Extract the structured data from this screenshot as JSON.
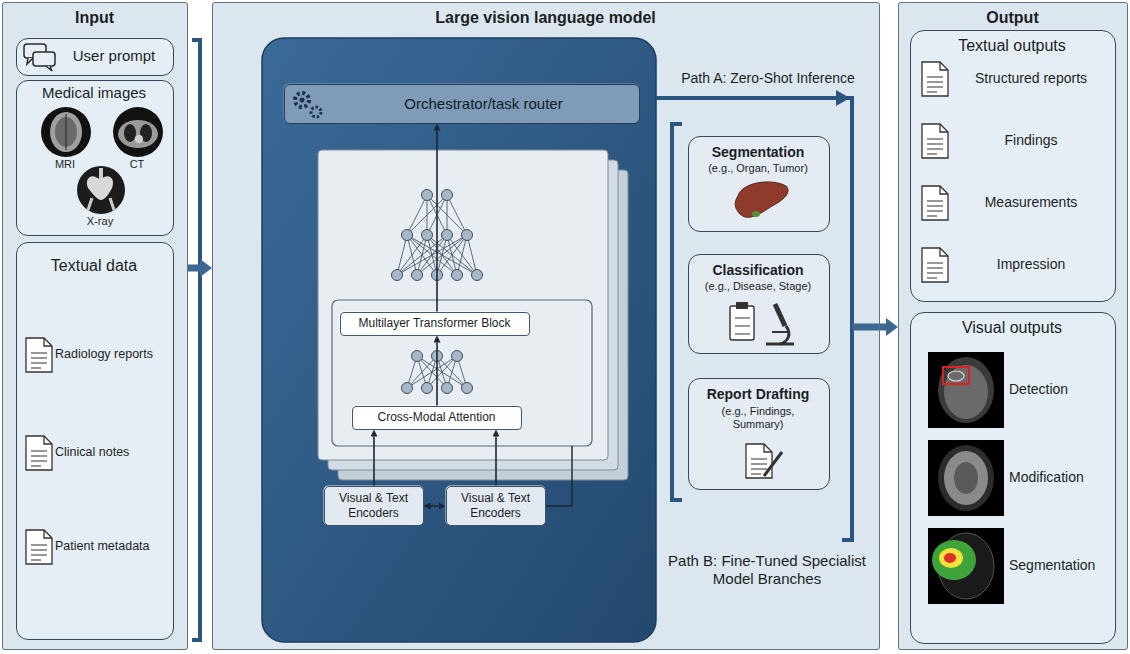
{
  "diagram": {
    "nodes": [
      {
        "text": [
          "Input"
        ]
      },
      {
        "text": [
          "User prompt"
        ],
        "in": 0
      },
      {
        "text": [
          "Medical images",
          "MRI",
          "CT",
          "X-ray"
        ],
        "in": 0
      },
      {
        "text": [
          "Textual data",
          "Radiology reports",
          "Clinical notes",
          "Patient metadata"
        ],
        "in": 0
      },
      {
        "text": [
          "Large vision language model"
        ]
      },
      {
        "text": [
          "Orchestrator/task router"
        ],
        "in": 4
      },
      {
        "text": [
          "Multilayer Transformer Block"
        ],
        "in": 4
      },
      {
        "text": [
          "Cross-Modal Attention"
        ],
        "in": 4
      },
      {
        "text": [
          "Visual & Text Encoders"
        ],
        "in": 4
      },
      {
        "text": [
          "Visual & Text Encoders"
        ],
        "in": 4
      },
      {
        "text": [
          "Segmentation",
          "(e.g., Organ, Tumor)"
        ],
        "in": 4
      },
      {
        "text": [
          "Classification",
          "(e.g., Disease, Stage)"
        ],
        "in": 4
      },
      {
        "text": [
          "Report Drafting",
          "(e.g., Findings, Summary)"
        ],
        "in": 4
      },
      {
        "text": [
          "Output"
        ]
      },
      {
        "text": [
          "Textual outputs",
          "Structured reports",
          "Findings",
          "Measurements",
          "Impression"
        ],
        "in": 13
      },
      {
        "text": [
          "Visual outputs",
          "Detection",
          "Modification",
          "Segmentation"
        ],
        "in": 13
      }
    ],
    "edges": [
      {
        "from": 0,
        "to": 4,
        "arrow": "to"
      },
      {
        "from": 4,
        "to": 13,
        "arrow": "to"
      },
      {
        "from": 8,
        "to": 7,
        "arrow": "to"
      },
      {
        "from": 9,
        "to": 7,
        "arrow": "to"
      },
      {
        "from": 7,
        "to": 6,
        "arrow": "to"
      },
      {
        "from": 6,
        "to": 5,
        "arrow": "to"
      },
      {
        "from": 8,
        "to": 9,
        "arrow": "both"
      }
    ],
    "labels": [
      "Path A: Zero-Shot Inference",
      "Path B: Fine-Tuned Specialist Model Branches"
    ]
  }
}
